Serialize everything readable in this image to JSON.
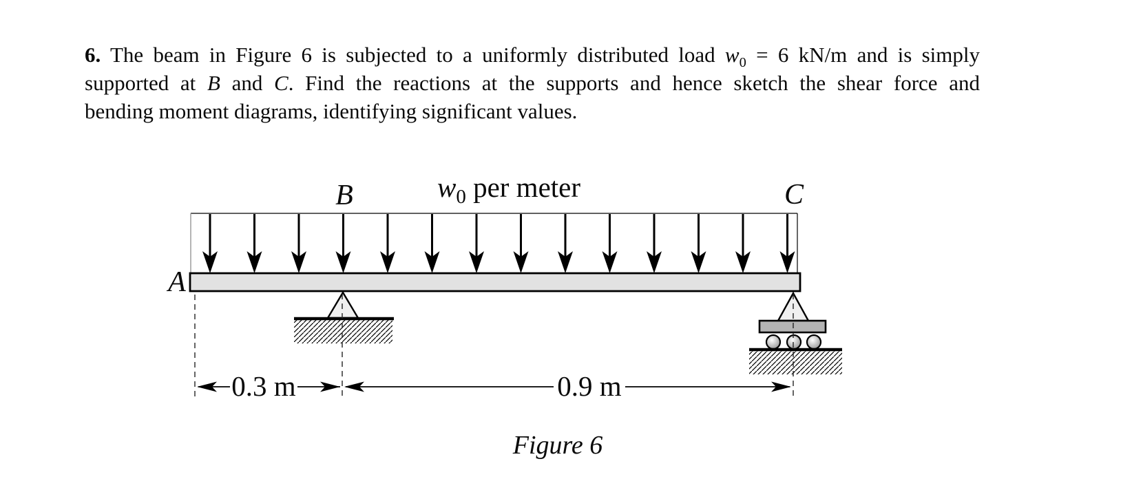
{
  "problem": {
    "number": "6.",
    "line1_pre": " The beam in Figure 6 is subjected to a uniformly distributed load ",
    "math_var": "w",
    "math_sub": "0",
    "line1_post": " = 6 kN/m and is simply",
    "line2_pre": "supported at ",
    "support_b": "B",
    "line2_and": " and ",
    "support_c": "C",
    "line2_post": ". Find the reactions at the supports and hence sketch the shear force and",
    "line3": "bending moment diagrams, identifying significant values."
  },
  "figure": {
    "labels": {
      "a": "A",
      "b": "B",
      "c": "C"
    },
    "load_label": {
      "var": "w",
      "sub": "0",
      "rest": " per meter"
    },
    "dim_ab": "0.3 m",
    "dim_bc": "0.9 m",
    "caption": "Figure 6",
    "udl": {
      "arrow_count": 14
    },
    "supports": {
      "b_type": "pin",
      "c_type": "roller"
    },
    "colors": {
      "ink": "#000000",
      "beam_fill": "#e2e2e2",
      "plate_fill": "#b4b4b4",
      "triangle_fill": "#f0f0f0",
      "load_outline": "#9a9a9a"
    }
  }
}
